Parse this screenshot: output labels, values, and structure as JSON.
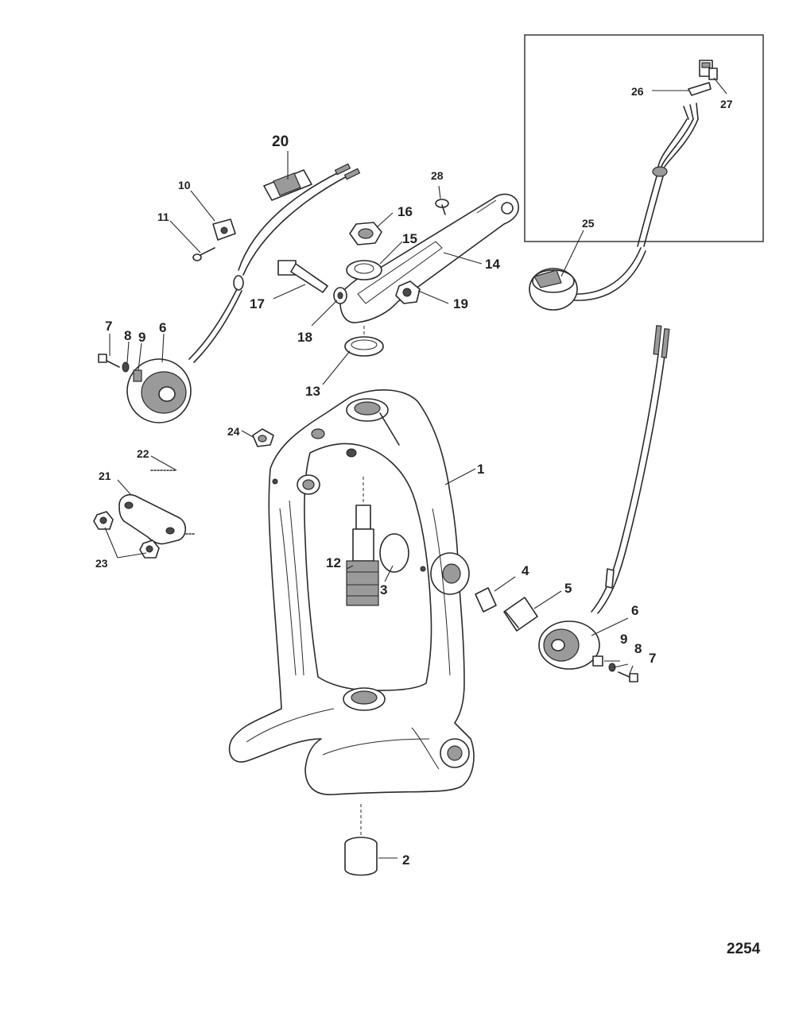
{
  "figure_number": "2254",
  "callouts": {
    "c1": "1",
    "c2": "2",
    "c3": "3",
    "c4": "4",
    "c5": "5",
    "c6a": "6",
    "c6b": "6",
    "c7a": "7",
    "c7b": "7",
    "c8a": "8",
    "c8b": "8",
    "c9a": "9",
    "c9b": "9",
    "c10": "10",
    "c11": "11",
    "c12": "12",
    "c13": "13",
    "c14": "14",
    "c15": "15",
    "c16": "16",
    "c17": "17",
    "c18": "18",
    "c19": "19",
    "c20": "20",
    "c21": "21",
    "c22": "22",
    "c23": "23",
    "c24": "24",
    "c25": "25",
    "c26": "26",
    "c27": "27",
    "c28": "28"
  }
}
